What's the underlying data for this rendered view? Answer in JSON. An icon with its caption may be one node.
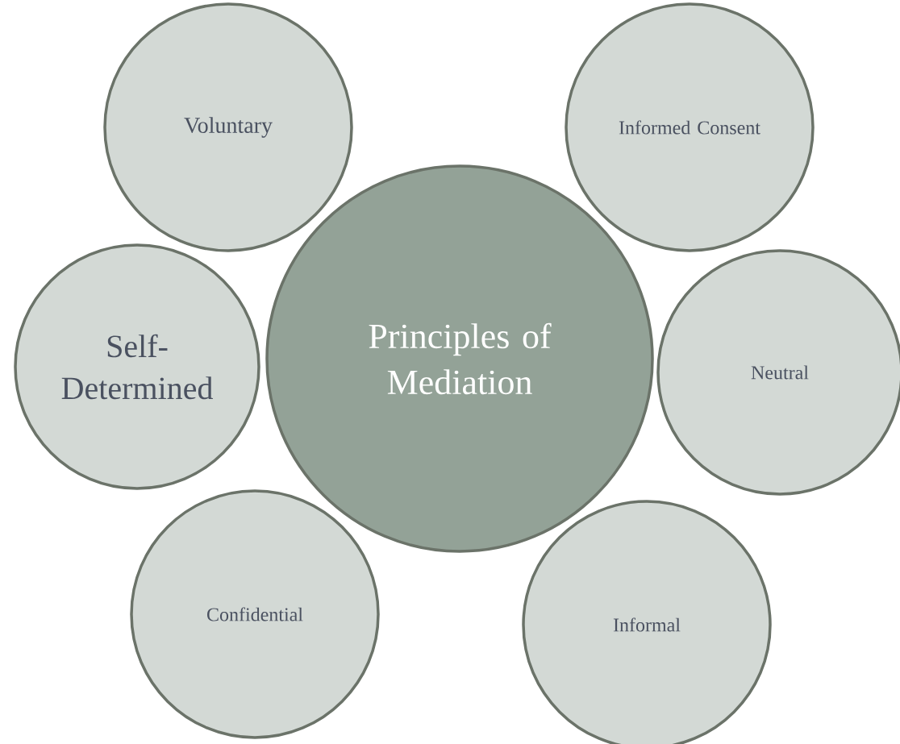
{
  "diagram": {
    "nodes": [
      {
        "text": [
          "Principles of Mediation"
        ]
      },
      {
        "text": [
          "Voluntary"
        ]
      },
      {
        "text": [
          "Informed Consent"
        ]
      },
      {
        "text": [
          "Self-Determined"
        ]
      },
      {
        "text": [
          "Neutral"
        ]
      },
      {
        "text": [
          "Confidential"
        ]
      },
      {
        "text": [
          "Informal"
        ]
      }
    ]
  }
}
